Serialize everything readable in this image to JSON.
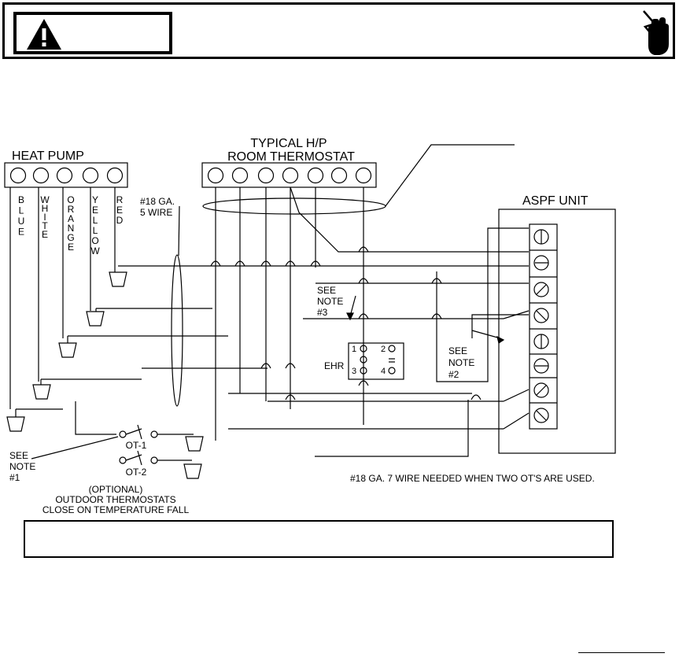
{
  "heat_pump": {
    "title": "HEAT PUMP",
    "wires": [
      "BLUE",
      "WHITE",
      "ORANGE",
      "YELLOW",
      "RED"
    ]
  },
  "thermostat": {
    "title_line1": "TYPICAL H/P",
    "title_line2": "ROOM THERMOSTAT"
  },
  "aspf_unit": {
    "title": "ASPF UNIT"
  },
  "wire_gauge_5": {
    "line1": "#18 GA.",
    "line2": "5 WIRE"
  },
  "notes": {
    "note3": [
      "SEE",
      "NOTE",
      "#3"
    ],
    "note2": [
      "SEE",
      "NOTE",
      "#2"
    ],
    "note1": [
      "SEE",
      "NOTE",
      "#1"
    ]
  },
  "ehr": {
    "label": "EHR",
    "terminals": [
      "1",
      "2",
      "3",
      "4"
    ]
  },
  "outdoor_thermostats": {
    "ot1": "OT-1",
    "ot2": "OT-2",
    "caption_line1": "(OPTIONAL)",
    "caption_line2": "OUTDOOR THERMOSTATS",
    "caption_line3": "CLOSE ON TEMPERATURE FALL"
  },
  "wire_note_7": "#18 GA. 7 WIRE NEEDED WHEN TWO OT'S ARE USED."
}
